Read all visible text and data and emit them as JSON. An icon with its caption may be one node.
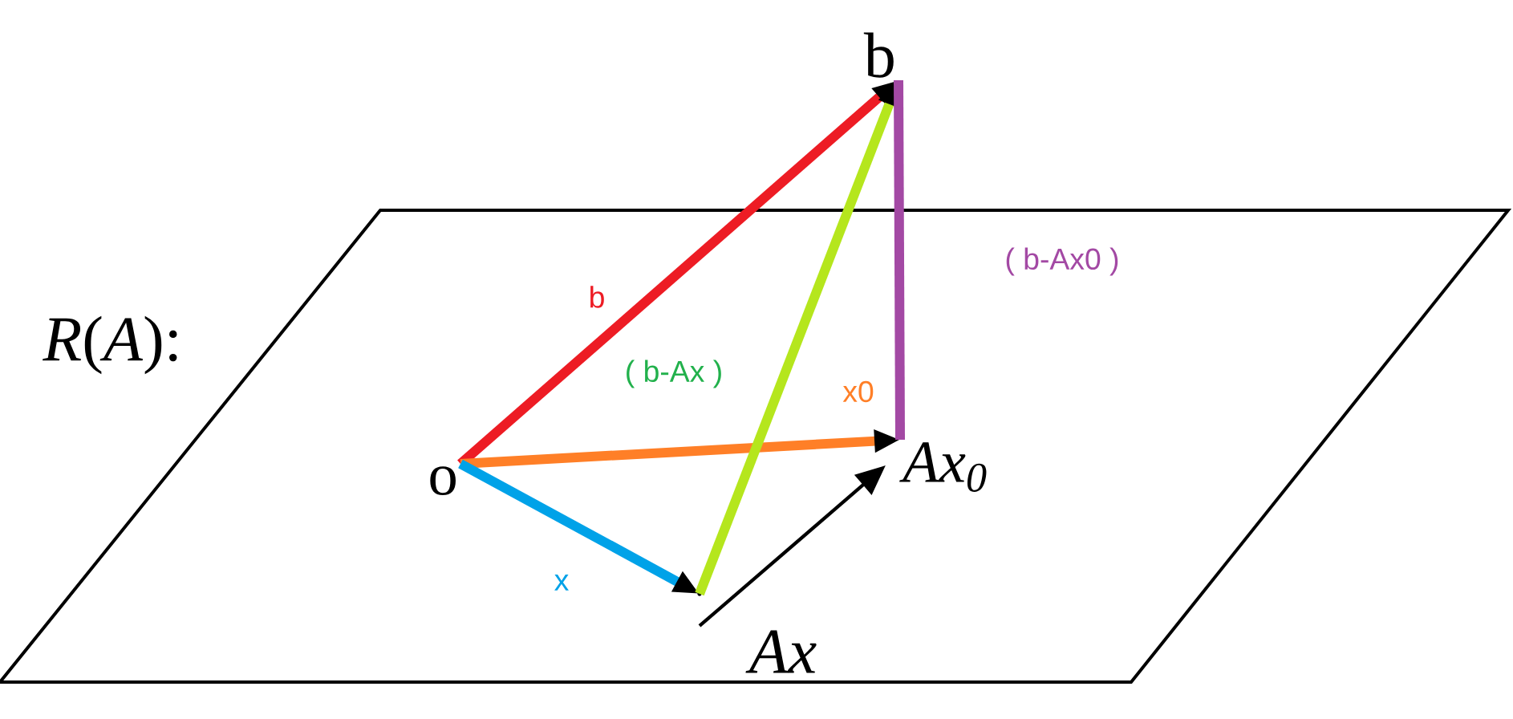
{
  "diagram": {
    "nodes": [
      {
        "text": [
          "o"
        ]
      },
      {
        "text": [],
        "shape": "point"
      },
      {
        "text": [
          "b"
        ]
      },
      {
        "text": [
          "*Ax*$_{0}$"
        ]
      }
    ],
    "edges": [
      {
        "from": 0,
        "to": 2,
        "arrow": "to",
        "label": "b",
        "color": "#ed1c24"
      },
      {
        "from": 0,
        "to": 3,
        "arrow": "to",
        "label": "x0",
        "color": "#ff7f27"
      },
      {
        "from": 0,
        "to": 1,
        "arrow": "to",
        "label": "x",
        "color": "#00a2e8"
      },
      {
        "from": 1,
        "to": 2,
        "arrow": "to",
        "label": "( b-Ax )",
        "color": "#b5e61d"
      },
      {
        "from": 3,
        "to": 2,
        "arrow": "none",
        "label": "( b-Ax0 )",
        "color": "#a349a4"
      }
    ],
    "labels": [
      "*R*(*A*):",
      "Ax"
    ]
  }
}
